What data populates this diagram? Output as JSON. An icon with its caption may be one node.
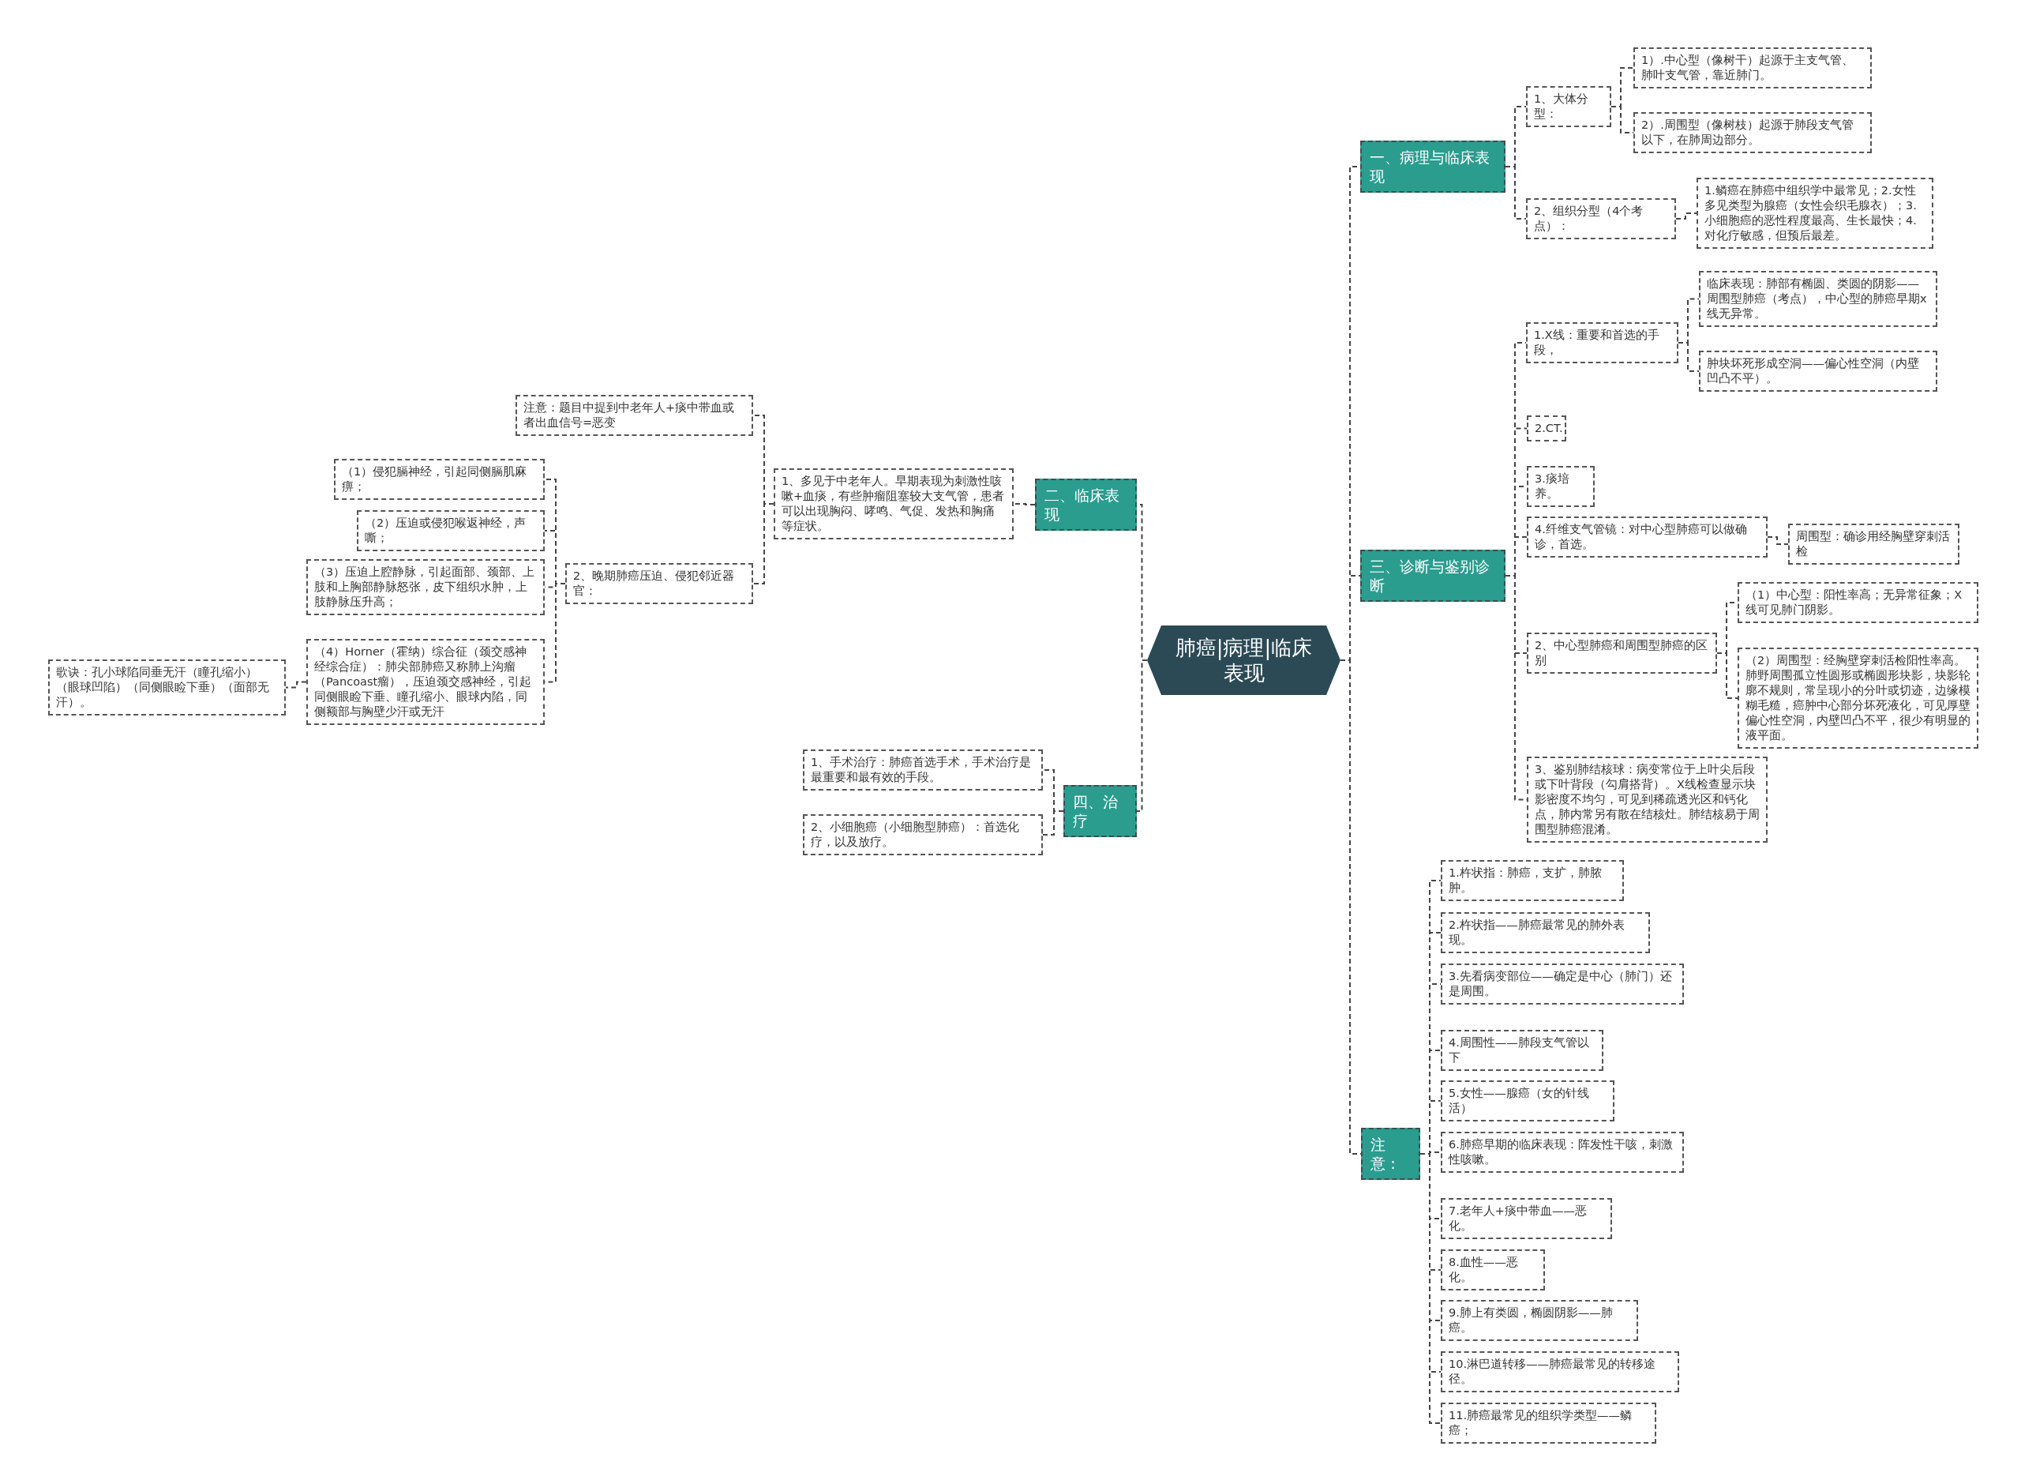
{
  "diagram": {
    "nodes": [
      {
        "text": [
          "肺癌|病理|临床表现"
        ]
      },
      {
        "text": [
          "一、病理与临床表现"
        ]
      },
      {
        "text": [
          "1、大体分型："
        ]
      },
      {
        "text": [
          "1）.中心型（像树干）起源于主支气管、肺叶支气管，靠近肺门。"
        ]
      },
      {
        "text": [
          "2）.周围型（像树枝）起源于肺段支气管以下，在肺周边部分。"
        ]
      },
      {
        "text": [
          "2、组织分型（4个考点）："
        ]
      },
      {
        "text": [
          "1.鳞癌在肺癌中组织学中最常见；2.女性多见类型为腺癌（女性会织毛腺衣）；3.小细胞癌的恶性程度最高、生长最快；4.对化疗敏感，但预后最差。"
        ]
      },
      {
        "text": [
          "三、诊断与鉴别诊断"
        ]
      },
      {
        "text": [
          "1.X线：重要和首选的手段，"
        ]
      },
      {
        "text": [
          "临床表现：肺部有椭圆、类圆的阴影——周围型肺癌（考点），中心型的肺癌早期x线无异常。"
        ]
      },
      {
        "text": [
          "肿块坏死形成空洞——偏心性空洞（内壁凹凸不平）。"
        ]
      },
      {
        "text": [
          "2.CT."
        ]
      },
      {
        "text": [
          "3.痰培养。"
        ]
      },
      {
        "text": [
          "4.纤维支气管镜：对中心型肺癌可以做确诊，首选。"
        ]
      },
      {
        "text": [
          "周围型：确诊用经胸壁穿刺活检"
        ]
      },
      {
        "text": [
          "2、中心型肺癌和周围型肺癌的区别"
        ]
      },
      {
        "text": [
          "（1）中心型：阳性率高；无异常征象；X线可见肺门阴影。"
        ]
      },
      {
        "text": [
          "（2）周围型：经胸壁穿刺活检阳性率高。肺野周围孤立性圆形或椭圆形块影，块影轮廓不规则，常呈现小的分叶或切迹，边缘模糊毛糙，癌肿中心部分坏死液化，可见厚壁偏心性空洞，内壁凹凸不平，很少有明显的液平面。"
        ]
      },
      {
        "text": [
          "3、鉴别肺结核球：病变常位于上叶尖后段或下叶背段（勾肩搭背）。X线检查显示块影密度不均匀，可见到稀疏透光区和钙化点，肺内常另有散在结核灶。肺结核易于周围型肺癌混淆。"
        ]
      },
      {
        "text": [
          "注意："
        ]
      },
      {
        "text": [
          "1.杵状指：肺癌，支扩，肺脓肿。"
        ]
      },
      {
        "text": [
          "2.杵状指——肺癌最常见的肺外表现。"
        ]
      },
      {
        "text": [
          "3.先看病变部位——确定是中心（肺门）还是周围。"
        ]
      },
      {
        "text": [
          "4.周围性——肺段支气管以下"
        ]
      },
      {
        "text": [
          "5.女性——腺癌（女的针线活）"
        ]
      },
      {
        "text": [
          "6.肺癌早期的临床表现：阵发性干咳，刺激性咳嗽。"
        ]
      },
      {
        "text": [
          "7.老年人+痰中带血——恶化。"
        ]
      },
      {
        "text": [
          "8.血性——恶化。"
        ]
      },
      {
        "text": [
          "9.肺上有类圆，椭圆阴影——肺癌。"
        ]
      },
      {
        "text": [
          "10.淋巴道转移——肺癌最常见的转移途径。"
        ]
      },
      {
        "text": [
          "11.肺癌最常见的组织学类型——鳞癌；"
        ]
      },
      {
        "text": [
          "二、临床表现"
        ]
      },
      {
        "text": [
          "1、多见于中老年人。早期表现为刺激性咳嗽+血痰，有些肿瘤阻塞较大支气管，患者可以出现胸闷、哮鸣、气促、发热和胸痛等症状。"
        ]
      },
      {
        "text": [
          "注意：题目中提到中老年人+痰中带血或者出血信号=恶变"
        ]
      },
      {
        "text": [
          "2、晚期肺癌压迫、侵犯邻近器官："
        ]
      },
      {
        "text": [
          "（1）侵犯膈神经，引起同侧膈肌麻痹；"
        ]
      },
      {
        "text": [
          "（2）压迫或侵犯喉返神经，声嘶；"
        ]
      },
      {
        "text": [
          "（3）压迫上腔静脉，引起面部、颈部、上肢和上胸部静脉怒张，皮下组织水肿，上肢静脉压升高；"
        ]
      },
      {
        "text": [
          "（4）Horner（霍纳）综合征（颈交感神经综合症）：肺尖部肺癌又称肺上沟瘤（Pancoast瘤），压迫颈交感神经，引起同侧眼睑下垂、瞳孔缩小、眼球内陷，同侧额部与胸壁少汗或无汗"
        ]
      },
      {
        "text": [
          "歌诀：孔小球陷同垂无汗（瞳孔缩小）（眼球凹陷）（同侧眼睑下垂）（面部无汗）。"
        ]
      },
      {
        "text": [
          "四、治疗"
        ]
      },
      {
        "text": [
          "1、手术治疗：肺癌首选手术，手术治疗是最重要和最有效的手段。"
        ]
      },
      {
        "text": [
          "2、小细胞癌（小细胞型肺癌）：首选化疗，以及放疗。"
        ]
      }
    ],
    "edges": [
      {
        "from": 0,
        "to": 1,
        "arrow": "none"
      },
      {
        "from": 1,
        "to": 2,
        "arrow": "none"
      },
      {
        "from": 2,
        "to": 3,
        "arrow": "none"
      },
      {
        "from": 2,
        "to": 4,
        "arrow": "none"
      },
      {
        "from": 1,
        "to": 5,
        "arrow": "none"
      },
      {
        "from": 5,
        "to": 6,
        "arrow": "none"
      },
      {
        "from": 0,
        "to": 7,
        "arrow": "none"
      },
      {
        "from": 7,
        "to": 8,
        "arrow": "none"
      },
      {
        "from": 8,
        "to": 9,
        "arrow": "none"
      },
      {
        "from": 8,
        "to": 10,
        "arrow": "none"
      },
      {
        "from": 7,
        "to": 11,
        "arrow": "none"
      },
      {
        "from": 7,
        "to": 12,
        "arrow": "none"
      },
      {
        "from": 7,
        "to": 13,
        "arrow": "none"
      },
      {
        "from": 13,
        "to": 14,
        "arrow": "none"
      },
      {
        "from": 7,
        "to": 15,
        "arrow": "none"
      },
      {
        "from": 15,
        "to": 16,
        "arrow": "none"
      },
      {
        "from": 15,
        "to": 17,
        "arrow": "none"
      },
      {
        "from": 7,
        "to": 18,
        "arrow": "none"
      },
      {
        "from": 0,
        "to": 19,
        "arrow": "none"
      },
      {
        "from": 19,
        "to": 20,
        "arrow": "none"
      },
      {
        "from": 19,
        "to": 21,
        "arrow": "none"
      },
      {
        "from": 19,
        "to": 22,
        "arrow": "none"
      },
      {
        "from": 19,
        "to": 23,
        "arrow": "none"
      },
      {
        "from": 19,
        "to": 24,
        "arrow": "none"
      },
      {
        "from": 19,
        "to": 25,
        "arrow": "none"
      },
      {
        "from": 19,
        "to": 26,
        "arrow": "none"
      },
      {
        "from": 19,
        "to": 27,
        "arrow": "none"
      },
      {
        "from": 19,
        "to": 28,
        "arrow": "none"
      },
      {
        "from": 19,
        "to": 29,
        "arrow": "none"
      },
      {
        "from": 19,
        "to": 30,
        "arrow": "none"
      },
      {
        "from": 0,
        "to": 31,
        "arrow": "none"
      },
      {
        "from": 31,
        "to": 32,
        "arrow": "none"
      },
      {
        "from": 32,
        "to": 33,
        "arrow": "none"
      },
      {
        "from": 32,
        "to": 34,
        "arrow": "none"
      },
      {
        "from": 34,
        "to": 35,
        "arrow": "none"
      },
      {
        "from": 34,
        "to": 36,
        "arrow": "none"
      },
      {
        "from": 34,
        "to": 37,
        "arrow": "none"
      },
      {
        "from": 34,
        "to": 38,
        "arrow": "none"
      },
      {
        "from": 38,
        "to": 39,
        "arrow": "none"
      },
      {
        "from": 0,
        "to": 40,
        "arrow": "none"
      },
      {
        "from": 40,
        "to": 41,
        "arrow": "none"
      },
      {
        "from": 40,
        "to": 42,
        "arrow": "none"
      }
    ]
  }
}
